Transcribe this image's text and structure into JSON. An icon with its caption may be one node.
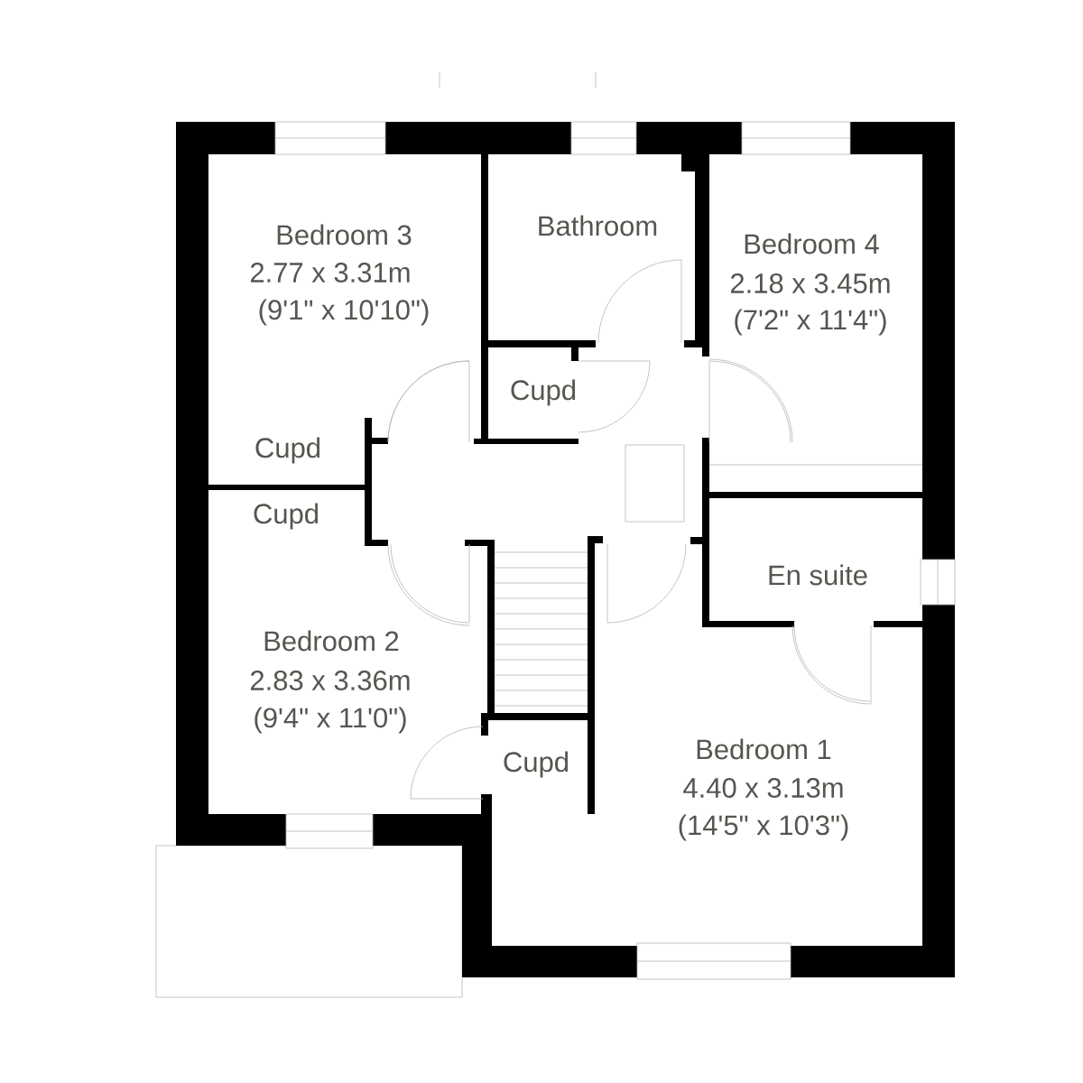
{
  "diagram": {
    "labels": [
      "Bedroom 3",
      "2.77 x 3.31m",
      "(9'1\" x 10'10\")",
      "Bathroom",
      "Bedroom 4",
      "2.18 x 3.45m",
      "(7'2\" x 11'4\")",
      "Cupd",
      "Cupd",
      "Cupd",
      "En suite",
      "Bedroom 2",
      "2.83 x 3.36m",
      "(9'4\" x 11'0\")",
      "Cupd",
      "Bedroom 1",
      "4.40 x 3.13m",
      "(14'5\" x 10'3\")"
    ]
  }
}
